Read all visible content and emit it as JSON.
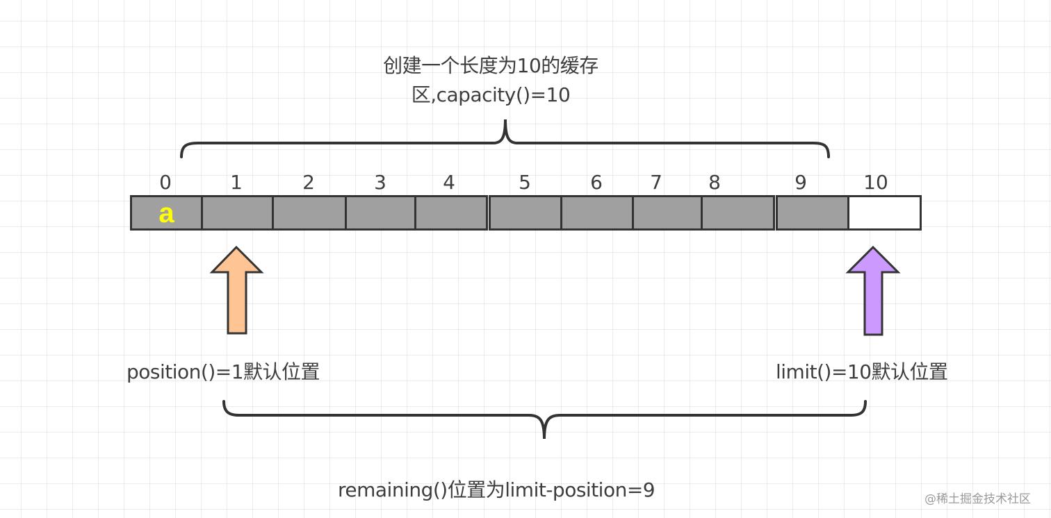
{
  "diagram": {
    "title_lines": [
      "创建一个长度为10的缓存",
      "区,capacity()=10"
    ],
    "indices": [
      "0",
      "1",
      "2",
      "3",
      "4",
      "5",
      "6",
      "7",
      "8",
      "9",
      "10"
    ],
    "cells": [
      {
        "value": "a",
        "filled": true
      },
      {
        "value": "",
        "filled": true
      },
      {
        "value": "",
        "filled": true
      },
      {
        "value": "",
        "filled": true
      },
      {
        "value": "",
        "filled": true
      },
      {
        "value": "",
        "filled": true
      },
      {
        "value": "",
        "filled": true
      },
      {
        "value": "",
        "filled": true
      },
      {
        "value": "",
        "filled": true
      },
      {
        "value": "",
        "filled": true
      },
      {
        "value": "",
        "filled": false
      }
    ],
    "position_arrow": {
      "label": "position()=1默认位置",
      "color": "#ffc494"
    },
    "limit_arrow": {
      "label": "limit()=10默认位置",
      "color": "#cc99ff"
    },
    "remaining_label": "remaining()位置为limit-position=9",
    "colors": {
      "cell_fill": "#a0a0a0",
      "cell_border": "#333333",
      "value_text": "#ffff00",
      "grid": "#e0e0e0"
    }
  },
  "watermark": "@稀土掘金技术社区"
}
